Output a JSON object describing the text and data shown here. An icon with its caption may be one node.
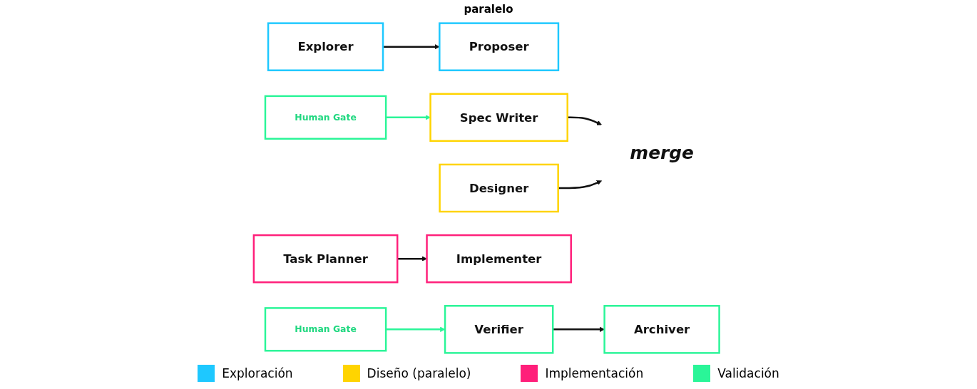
{
  "diagram": {
    "nodes": [
      {
        "text": [
          "Explorer"
        ]
      },
      {
        "text": [
          "Proposer"
        ]
      },
      {
        "text": [
          "Human Gate"
        ]
      },
      {
        "text": [
          "Spec Writer"
        ]
      },
      {
        "text": [
          "Designer"
        ]
      },
      {
        "text": [
          "merge"
        ]
      },
      {
        "text": [
          "Task Planner"
        ]
      },
      {
        "text": [
          "Implementer"
        ]
      },
      {
        "text": [
          "Human Gate"
        ]
      },
      {
        "text": [
          "Verifier"
        ]
      },
      {
        "text": [
          "Archiver"
        ]
      }
    ],
    "edges": [
      {
        "from": 0,
        "to": 1,
        "arrow": "to"
      },
      {
        "from": 2,
        "to": 3,
        "arrow": "to",
        "color": "#2af598"
      },
      {
        "from": 3,
        "to": 5,
        "arrow": "to"
      },
      {
        "from": 4,
        "to": 5,
        "arrow": "to"
      },
      {
        "from": 6,
        "to": 7,
        "arrow": "to"
      },
      {
        "from": 8,
        "to": 9,
        "arrow": "to",
        "color": "#2af598"
      },
      {
        "from": 9,
        "to": 10,
        "arrow": "to"
      }
    ],
    "labels": [
      "paralelo"
    ],
    "legend": [
      {
        "text": "Exploración",
        "color": "#1ec8ff"
      },
      {
        "text": "Diseño (paralelo)",
        "color": "#ffd400"
      },
      {
        "text": "Implementación",
        "color": "#ff1f7a"
      },
      {
        "text": "Validación",
        "color": "#2af598"
      }
    ]
  }
}
